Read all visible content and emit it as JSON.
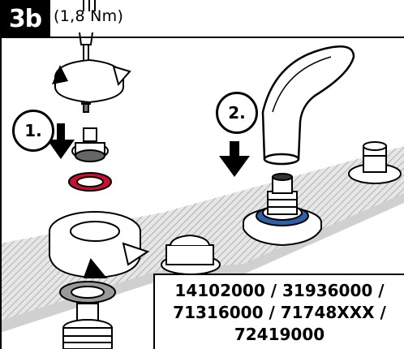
{
  "step": {
    "badge": "3b",
    "torque": "(1,8 Nm)"
  },
  "steps": {
    "first": "1.",
    "second": "2."
  },
  "models": {
    "line1": "14102000 / 31936000 /",
    "line2": "71316000 / 71748XXX /",
    "line3": "72419000"
  }
}
